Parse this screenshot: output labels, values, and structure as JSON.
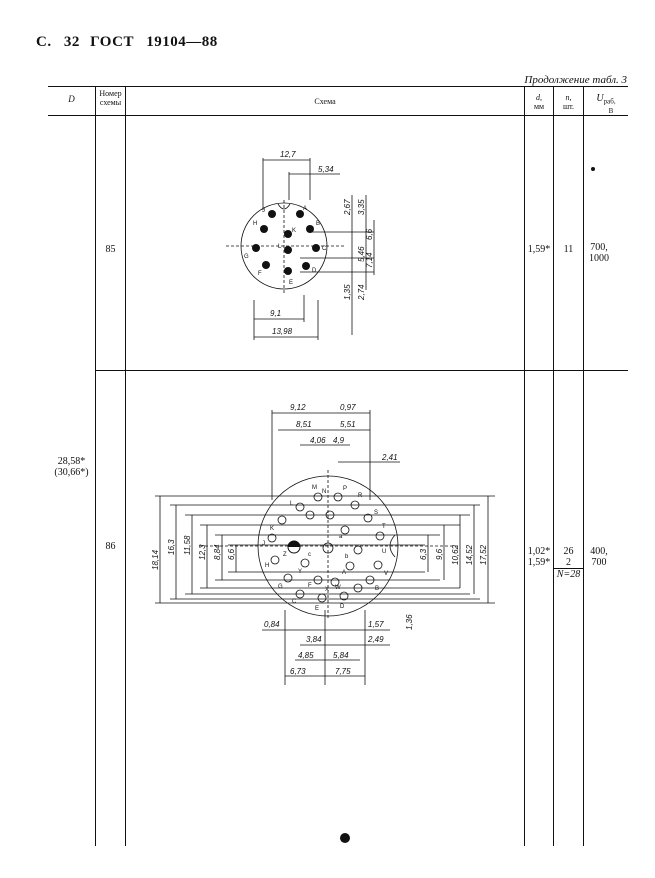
{
  "header": {
    "page": "С.",
    "page_num": "32",
    "standard": "ГОСТ",
    "number": "19104—88"
  },
  "continuation": "Продолжение табл. 3",
  "table": {
    "columns": {
      "d_col": "D",
      "scheme_no": "Номер схемы",
      "scheme": "Схема",
      "d_mm_sym": "d,",
      "d_mm_unit": "мм",
      "n_sym": "n,",
      "n_unit": "шт.",
      "u_sym": "U",
      "u_sub": "раб,",
      "u_unit": "В"
    },
    "rows": [
      {
        "scheme_no": "85",
        "d_mm": "1,59*",
        "n": "11",
        "u_line1": "700,",
        "u_line2": "1000",
        "dims": {
          "top1": "12,7",
          "top2": "5,34",
          "r1": "2,67",
          "r2": "3,35",
          "r3": "6,6",
          "r4": "5,46",
          "r5": "7,14",
          "r6": "1,35",
          "r7": "2,74",
          "b1": "9,1",
          "b2": "13,98"
        },
        "pins": [
          "J",
          "A",
          "H",
          "B",
          "K",
          "G",
          "L",
          "C",
          "F",
          "D",
          "E"
        ]
      },
      {
        "D": "28,58*",
        "D_alt": "(30,66*)",
        "scheme_no": "86",
        "d_mm_1": "1,02*",
        "d_mm_2": "1,59*",
        "n_1": "26",
        "n_2": "2",
        "n_total": "N=28",
        "u_line1": "400,",
        "u_line2": "700",
        "dims": {
          "t1": "9,12",
          "t2": "0,97",
          "t3": "8,51",
          "t4": "5,51",
          "t5": "4,06",
          "t6": "4,9",
          "t7": "2,41",
          "l1": "18,14",
          "l2": "16,3",
          "l3": "11,58",
          "l4": "12,3",
          "l5": "8,84",
          "l6": "6,6",
          "r1": "6,3",
          "r2": "9,6",
          "r3": "10,62",
          "r4": "14,52",
          "r5": "17,52",
          "v1": "1,36",
          "b1": "0,84",
          "b2": "1,57",
          "b3": "3,84",
          "b4": "2,49",
          "b5": "4,85",
          "b6": "5,84",
          "b7": "6,73",
          "b8": "7,75"
        },
        "pins": [
          "M",
          "N",
          "P",
          "R",
          "S",
          "L",
          "K",
          "T",
          "J",
          "Z",
          "a",
          "U",
          "H",
          "c",
          "b",
          "V",
          "G",
          "A",
          "B",
          "C",
          "D",
          "E",
          "F",
          "X",
          "W",
          "Y"
        ]
      }
    ]
  }
}
